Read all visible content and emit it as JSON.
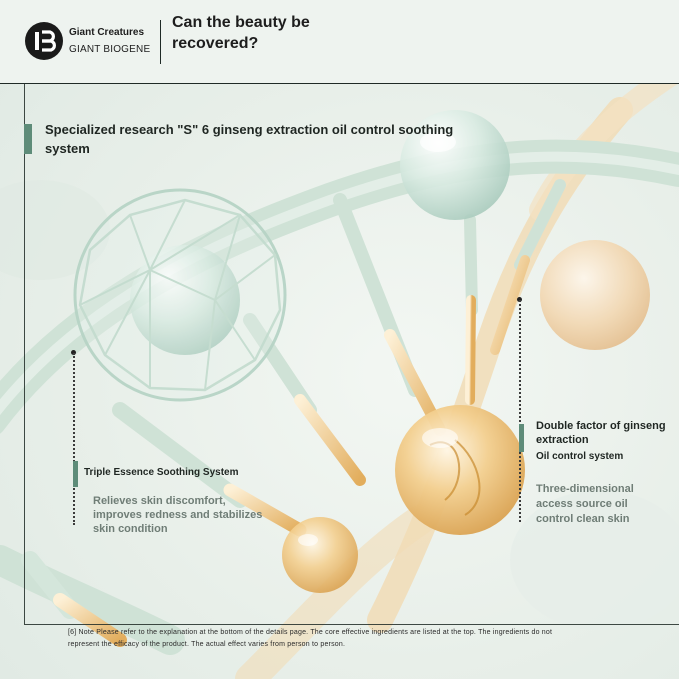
{
  "header": {
    "brand_name_top": "Giant Creatures",
    "brand_name_bottom": "GIANT BIOGENE",
    "headline": "Can the beauty be recovered?"
  },
  "section": {
    "title": "Specialized research \"S\" 6 ginseng extraction oil control soothing system"
  },
  "callout_left": {
    "title": "Triple Essence Soothing System",
    "description": "Relieves skin discomfort, improves redness and stabilizes skin condition"
  },
  "callout_right": {
    "title": "Double factor of ginseng extraction",
    "subtitle": "Oil control system",
    "description": "Three-dimensional access source oil control clean skin"
  },
  "footnote": "[6] Note Please refer to the explanation at the bottom of the details page. The core effective ingredients are listed at the top. The ingredients do not represent the efficacy of the product. The actual effect varies from person to person.",
  "colors": {
    "accent_green": "#5e8c79",
    "helix_mint": "#cfe2d6",
    "golden_capsule": "#e8b768",
    "text_dark": "#1f2622",
    "text_muted": "#6f7d76"
  }
}
